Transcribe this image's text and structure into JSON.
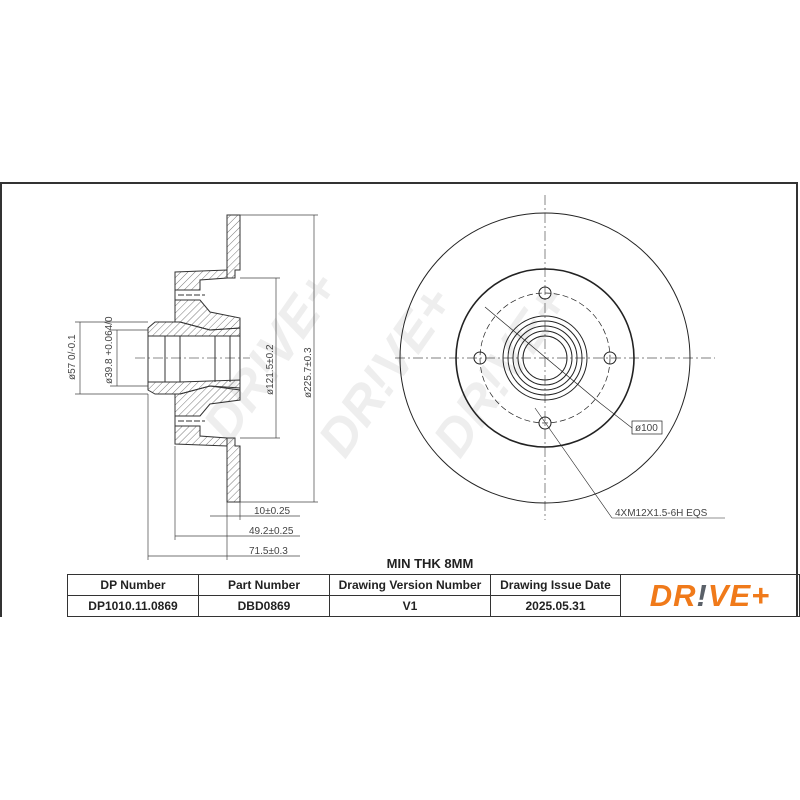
{
  "drawing": {
    "side_view": {
      "dimensions": {
        "outer_hub_diameter": "ø57 0/-0.1",
        "bore_diameter": "ø39.8 +0.064/0",
        "hat_diameter": "ø121.5±0.2",
        "disc_diameter": "ø225.7±0.3",
        "disc_thickness": "10±0.25",
        "hat_height": "49.2±0.25",
        "overall_height": "71.5±0.3"
      }
    },
    "front_view": {
      "pcd_label": "ø100",
      "thread_label": "4XM12X1.5-6H EQS",
      "bolt_holes": 4
    },
    "watermark": "DR!VE+",
    "min_thickness_note": "MIN THK 8MM"
  },
  "title_block": {
    "headers": [
      "DP Number",
      "Part Number",
      "Drawing Version Number",
      "Drawing Issue Date"
    ],
    "values": [
      "DP1010.11.0869",
      "DBD0869",
      "V1",
      "2025.05.31"
    ],
    "logo": {
      "text_before": "DR",
      "bang": "!",
      "text_after": "VE+",
      "color": "#f07a1a",
      "bang_color": "#5a6068"
    }
  }
}
